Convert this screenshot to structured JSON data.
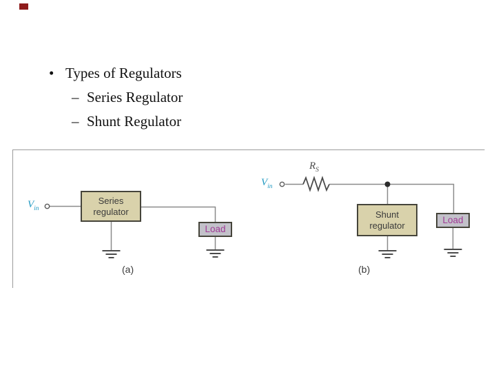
{
  "slide": {
    "corner_mark_color": "#8e1b1b",
    "bullets": {
      "bullet_glyph": "•",
      "dash_glyph": "–",
      "title": "Types of Regulators",
      "items": [
        "Series Regulator",
        "Shunt Regulator"
      ]
    }
  },
  "figure": {
    "labels": {
      "vin": {
        "main": "V",
        "sub": "in"
      },
      "rs": {
        "main": "R",
        "sub": "S"
      },
      "caption_a": "(a)",
      "caption_b": "(b)"
    },
    "boxes": {
      "series": {
        "line1": "Series",
        "line2": "regulator"
      },
      "shunt": {
        "line1": "Shunt",
        "line2": "regulator"
      },
      "load": "Load"
    },
    "colors": {
      "vin_label": "#2199c2",
      "regulator_fill": "#d9d2ab",
      "load_fill": "#c2c1c9",
      "load_text": "#a03a96",
      "box_border": "#45443a",
      "wire": "#8a8a8a",
      "symbol": "#4a4a4a",
      "figure_border": "#9a9a9a"
    }
  }
}
